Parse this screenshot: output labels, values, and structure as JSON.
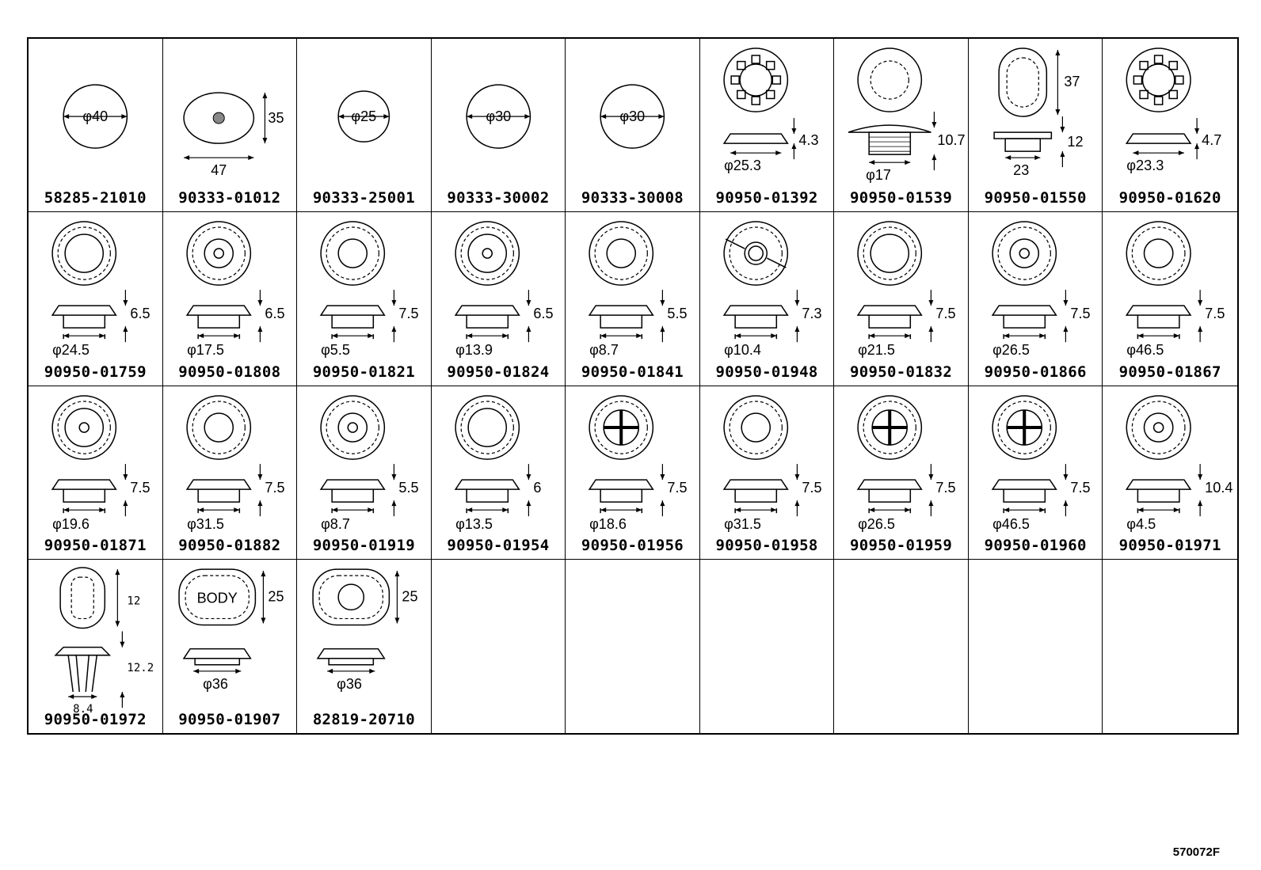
{
  "figure_code": "570072F",
  "parts": [
    {
      "pn": "58285-21010",
      "shape": "disc",
      "dims": [
        "φ40"
      ]
    },
    {
      "pn": "90333-01012",
      "shape": "oval",
      "dims": [
        "47",
        "35"
      ]
    },
    {
      "pn": "90333-25001",
      "shape": "disc",
      "dims": [
        "φ25"
      ]
    },
    {
      "pn": "90333-30002",
      "shape": "disc",
      "dims": [
        "φ30"
      ]
    },
    {
      "pn": "90333-30008",
      "shape": "disc",
      "dims": [
        "φ30"
      ]
    },
    {
      "pn": "90950-01392",
      "shape": "gear-grommet",
      "dims": [
        "φ25.3",
        "4.3"
      ]
    },
    {
      "pn": "90950-01539",
      "shape": "plug",
      "dims": [
        "φ17",
        "10.7"
      ]
    },
    {
      "pn": "90950-01550",
      "shape": "oblong",
      "dims": [
        "37",
        "23",
        "12"
      ]
    },
    {
      "pn": "90950-01620",
      "shape": "gear-ring",
      "dims": [
        "φ23.3",
        "4.7"
      ]
    },
    {
      "pn": "90950-01759",
      "shape": "grommet",
      "dims": [
        "φ24.5",
        "6.5"
      ]
    },
    {
      "pn": "90950-01808",
      "shape": "grommet",
      "dims": [
        "φ17.5",
        "6.5"
      ]
    },
    {
      "pn": "90950-01821",
      "shape": "grommet",
      "dims": [
        "φ5.5",
        "7.5"
      ]
    },
    {
      "pn": "90950-01824",
      "shape": "grommet",
      "dims": [
        "φ13.9",
        "6.5"
      ]
    },
    {
      "pn": "90950-01841",
      "shape": "grommet",
      "dims": [
        "φ8.7",
        "5.5"
      ]
    },
    {
      "pn": "90950-01948",
      "shape": "grommet-slit",
      "dims": [
        "φ10.4",
        "7.3"
      ]
    },
    {
      "pn": "90950-01832",
      "shape": "grommet",
      "dims": [
        "φ21.5",
        "7.5"
      ]
    },
    {
      "pn": "90950-01866",
      "shape": "grommet",
      "dims": [
        "φ26.5",
        "7.5"
      ]
    },
    {
      "pn": "90950-01867",
      "shape": "grommet",
      "dims": [
        "φ46.5",
        "7.5"
      ]
    },
    {
      "pn": "90950-01871",
      "shape": "grommet",
      "dims": [
        "φ19.6",
        "7.5"
      ]
    },
    {
      "pn": "90950-01882",
      "shape": "grommet",
      "dims": [
        "φ31.5",
        "7.5"
      ]
    },
    {
      "pn": "90950-01919",
      "shape": "grommet",
      "dims": [
        "φ8.7",
        "5.5"
      ]
    },
    {
      "pn": "90950-01954",
      "shape": "grommet",
      "dims": [
        "φ13.5",
        "6"
      ]
    },
    {
      "pn": "90950-01956",
      "shape": "grommet-cross",
      "dims": [
        "φ18.6",
        "7.5"
      ]
    },
    {
      "pn": "90950-01958",
      "shape": "grommet",
      "dims": [
        "φ31.5",
        "7.5"
      ]
    },
    {
      "pn": "90950-01959",
      "shape": "grommet-cross",
      "dims": [
        "φ26.5",
        "7.5"
      ]
    },
    {
      "pn": "90950-01960",
      "shape": "grommet-cross",
      "dims": [
        "φ46.5",
        "7.5"
      ]
    },
    {
      "pn": "90950-01971",
      "shape": "grommet",
      "dims": [
        "φ4.5",
        "10.4"
      ]
    },
    {
      "pn": "90950-01972",
      "shape": "clip",
      "dims": [
        "12",
        "8.4",
        "12.2"
      ]
    },
    {
      "pn": "90950-01907",
      "shape": "body-plug",
      "dims": [
        "25",
        "φ36"
      ],
      "emblem": "BODY"
    },
    {
      "pn": "82819-20710",
      "shape": "oval-grommet",
      "dims": [
        "25",
        "φ36"
      ]
    }
  ]
}
